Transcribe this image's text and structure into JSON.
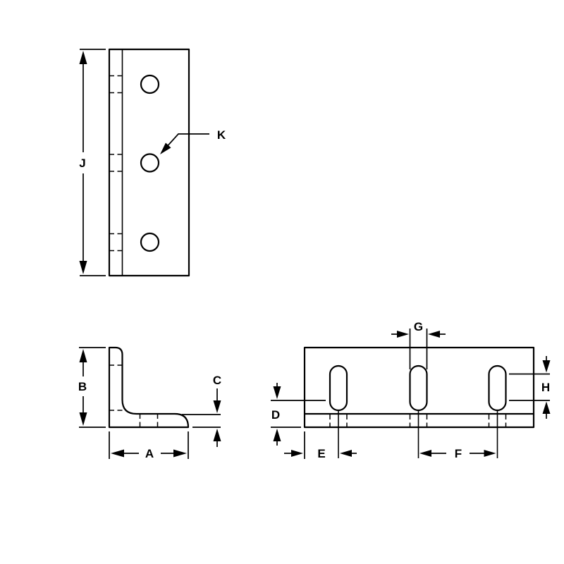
{
  "drawing": {
    "colors": {
      "background": "#ffffff",
      "line": "#000000",
      "text": "#000000"
    },
    "labels": {
      "J": "J",
      "K": "K",
      "B": "B",
      "A": "A",
      "C": "C",
      "G": "G",
      "H": "H",
      "D": "D",
      "E": "E",
      "F": "F"
    },
    "views": {
      "front": {
        "hole_count": 3
      },
      "profile": {
        "shape": "L-angle"
      },
      "top": {
        "slot_count": 3
      }
    }
  }
}
